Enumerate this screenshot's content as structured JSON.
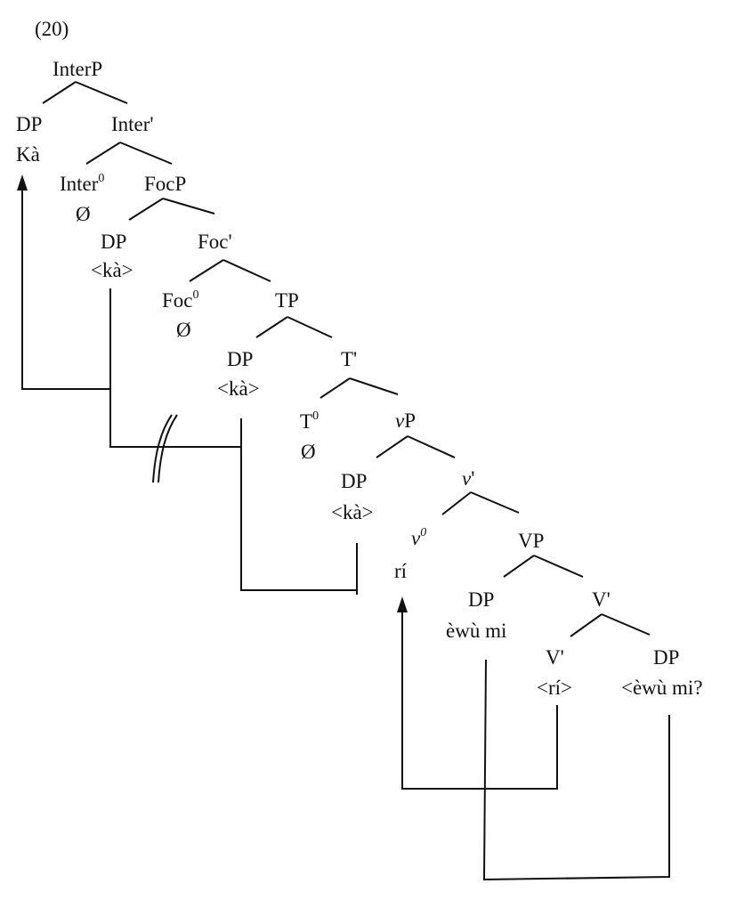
{
  "example_number": "(20)",
  "nodes": {
    "interp": "InterP",
    "dp_spec": "DP",
    "ka": "Kà",
    "inter_bar": "Inter'",
    "inter_head": "Inter",
    "head_sup": "0",
    "null_1": "Ø",
    "focp": "FocP",
    "dp_1": "DP",
    "ka_trace_1": "<kà>",
    "foc_bar": "Foc'",
    "foc_head": "Foc",
    "null_2": "Ø",
    "tp": "TP",
    "dp_2": "DP",
    "ka_trace_2": "<kà>",
    "t_bar": "T'",
    "t_head": "T",
    "null_3": "Ø",
    "vp_small_v": "v",
    "vp_small_p": "P",
    "dp_3": "DP",
    "ka_trace_3": "<kà>",
    "v_bar_v": "v",
    "v_bar_prime": "'",
    "v_head": "v",
    "ri": "rí",
    "vp": "VP",
    "dp_4": "DP",
    "ewu_mi": "èwù mi",
    "v_bar_2": "V'",
    "v_bar_3": "V'",
    "ri_trace": "<rí>",
    "dp_5": "DP",
    "ewu_mi_trace": "<èwù mi?"
  }
}
